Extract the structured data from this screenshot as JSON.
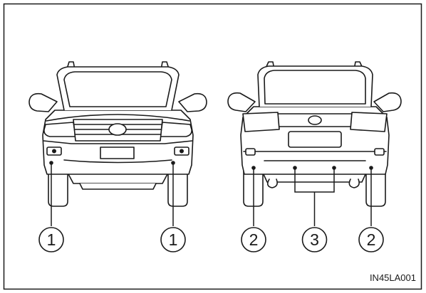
{
  "figure": {
    "image_code": "IN45LA001",
    "callouts": {
      "front_left": "1",
      "front_right": "1",
      "rear_left": "2",
      "rear_center": "3",
      "rear_right": "2"
    }
  },
  "colors": {
    "ink": "#1a1a1a",
    "background": "#ffffff"
  }
}
